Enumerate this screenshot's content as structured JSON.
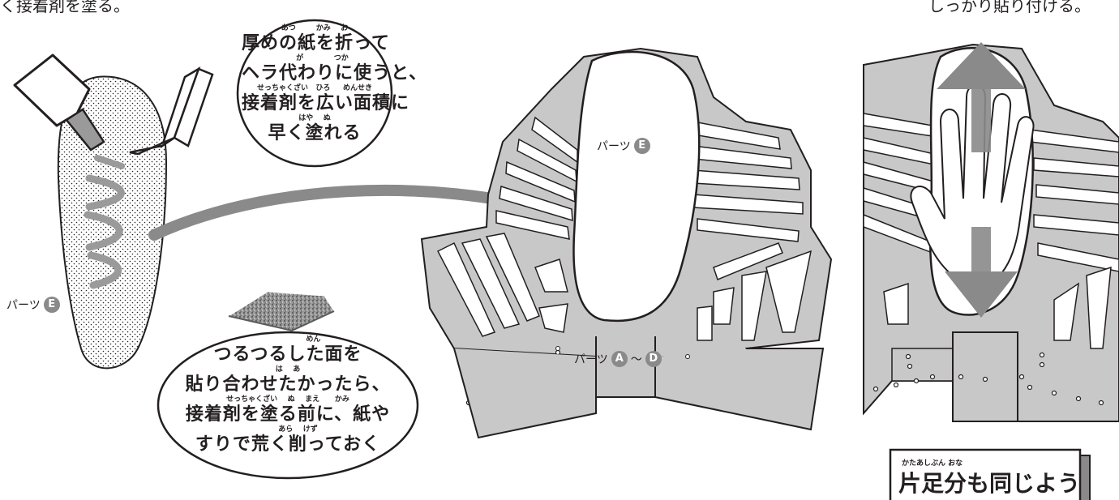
{
  "captions": {
    "top_left": "く接着剤を塗る。",
    "top_right": "しっかり貼り付ける。"
  },
  "bubble_top": {
    "lines": [
      {
        "ruby": "あつ        かみ    お",
        "text": "厚めの紙を折って"
      },
      {
        "ruby": "      が            つか",
        "text": "ヘラ代わりに使うと、"
      },
      {
        "ruby": "せっちゃくざい   ひろ     めんせき",
        "text": "接着剤を広い面積に"
      },
      {
        "ruby": "はや    ぬ",
        "text": "早く塗れる"
      }
    ]
  },
  "bubble_bottom": {
    "lines": [
      {
        "ruby": "                    めん",
        "text": "つるつるした面を"
      },
      {
        "ruby": "は    あ",
        "text": "貼り合わせたかったら、"
      },
      {
        "ruby": "せっちゃくざい    ぬ    まえ      かみ",
        "text": "接着剤を塗る前に、紙や"
      },
      {
        "ruby": "        あら    けず",
        "text": "すりで荒く削っておく"
      }
    ]
  },
  "labels": {
    "part_e_left": {
      "text": "パーツ",
      "badge": "E"
    },
    "part_e_center": {
      "text": "パーツ",
      "badge": "E"
    },
    "parts_a_d": {
      "text": "パーツ",
      "badge_from": "A",
      "tilde": "〜",
      "badge_to": "D"
    }
  },
  "bottom_box": {
    "ruby": "かたあしぶん      おな",
    "text": "片足分も同じよう"
  },
  "colors": {
    "ink": "#231f20",
    "gray_part": "#c8c8c8",
    "arrow_gray": "#8a8a8a",
    "badge_gray": "#8a8a8a"
  }
}
